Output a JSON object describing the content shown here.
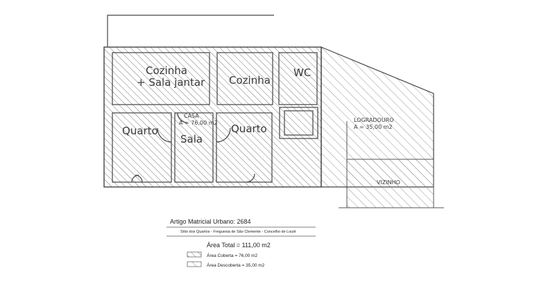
{
  "rooms": {
    "cozinha_sala_line1": "Cozinha",
    "cozinha_sala_line2": "+ Sala jantar",
    "cozinha": "Cozinha",
    "wc": "WC",
    "quarto_left": "Quarto",
    "sala": "Sala",
    "quarto_right": "Quarto"
  },
  "casa": {
    "label": "CASA",
    "area": "A = 76,00 m2"
  },
  "logradouro": {
    "label": "LOGRADOURO",
    "area": "A = 35,00 m2"
  },
  "vizinho": "VIZINHO",
  "legend": {
    "artigo": "Artigo Matricial Urbano: 2684",
    "location": "Sítio dos Quartos - Freguesia de São Clemente - Concelho de Loulé",
    "area_total": "Área Total = 111,00 m2",
    "coberta": "Área Coberta = 76,00 m2",
    "descoberta": "Área Descoberta = 35,00 m2"
  }
}
